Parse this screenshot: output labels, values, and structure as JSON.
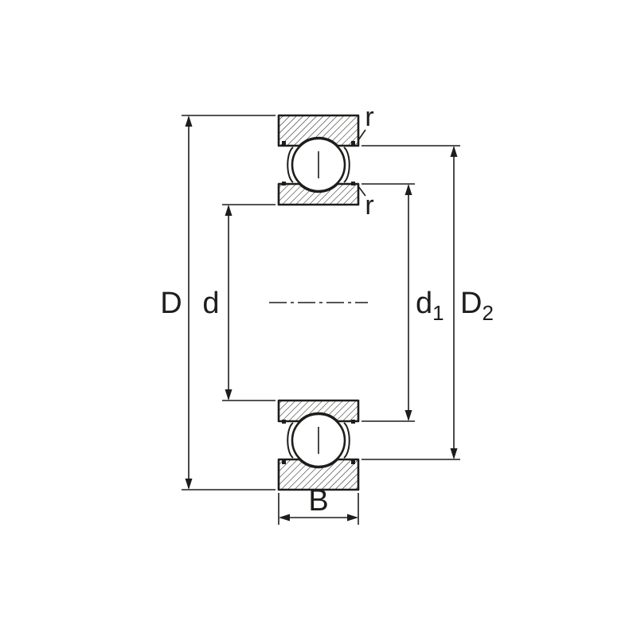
{
  "figure": {
    "type": "deep-groove-ball-bearing-cross-section",
    "background": "#ffffff",
    "line_color": "#1d1d1b",
    "dimensions": {
      "outer_diameter": {
        "label": "D"
      },
      "bore_diameter": {
        "label": "d"
      },
      "shield_inner_diameter": {
        "base": "d",
        "sub": "1"
      },
      "shield_outer_diameter": {
        "base": "D",
        "sub": "2"
      },
      "width": {
        "label": "B"
      },
      "corner_radius_outer": {
        "label": "r"
      },
      "corner_radius_inner": {
        "label": "r"
      }
    }
  }
}
